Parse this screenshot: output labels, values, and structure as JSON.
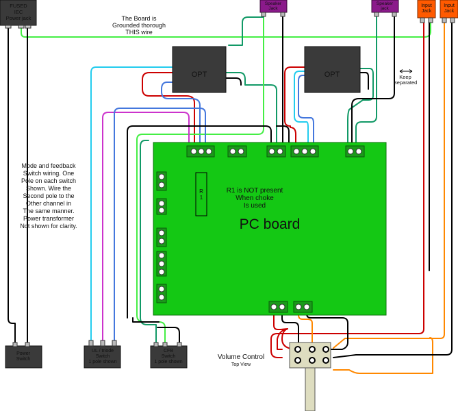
{
  "components": {
    "power_jack": [
      "FUSED",
      "IEC",
      "Power jack"
    ],
    "speaker_jack_left": [
      "Speaker",
      "Jack"
    ],
    "speaker_jack_right": [
      "Speaker",
      "jack"
    ],
    "input_jack_left": [
      "Input",
      "Jack"
    ],
    "input_jack_right": [
      "Input",
      "Jack"
    ],
    "opt_left": "OPT",
    "opt_right": "OPT",
    "pc_board": "PC board",
    "resistor": [
      "R",
      "1"
    ],
    "power_switch": [
      "Power",
      "Switch"
    ],
    "ul_triode_switch": [
      "UL / triode",
      "Switch",
      "1 pole shown"
    ],
    "cfb_switch": [
      "CFB",
      "Switch",
      "1 pole shown"
    ],
    "volume_control": "Volume Control",
    "volume_view": "Top View"
  },
  "notes": {
    "ground": [
      "The Board is",
      "Grounded thorough",
      "THIS wire"
    ],
    "keep_separated": [
      "Keep",
      "Separated"
    ],
    "r1": [
      "R1 is NOT present",
      "When choke",
      "Is used"
    ],
    "switch_wiring": [
      "Mode and feedback",
      "Switch wiring. One",
      "Pole on each switch",
      "Shown. Wire the",
      "Second pole to the",
      "Other channel in",
      "The same manner.",
      "Power transformer",
      "Not shown for clarity."
    ]
  },
  "colors": {
    "board": "#14c814",
    "terminal": "#1a9a1a",
    "jack_dark": "#3a3a3a",
    "speaker_jack": "#8b1a8b",
    "input_jack": "#ff5a00",
    "volume_body": "#deddc0",
    "wire_green": "#44ee44",
    "wire_red": "#cc0000",
    "wire_blue": "#4477dd",
    "wire_cyan": "#22ccee",
    "wire_magenta": "#cc33cc",
    "wire_teal": "#119966",
    "wire_orange": "#ff8800",
    "wire_black": "#000000"
  }
}
